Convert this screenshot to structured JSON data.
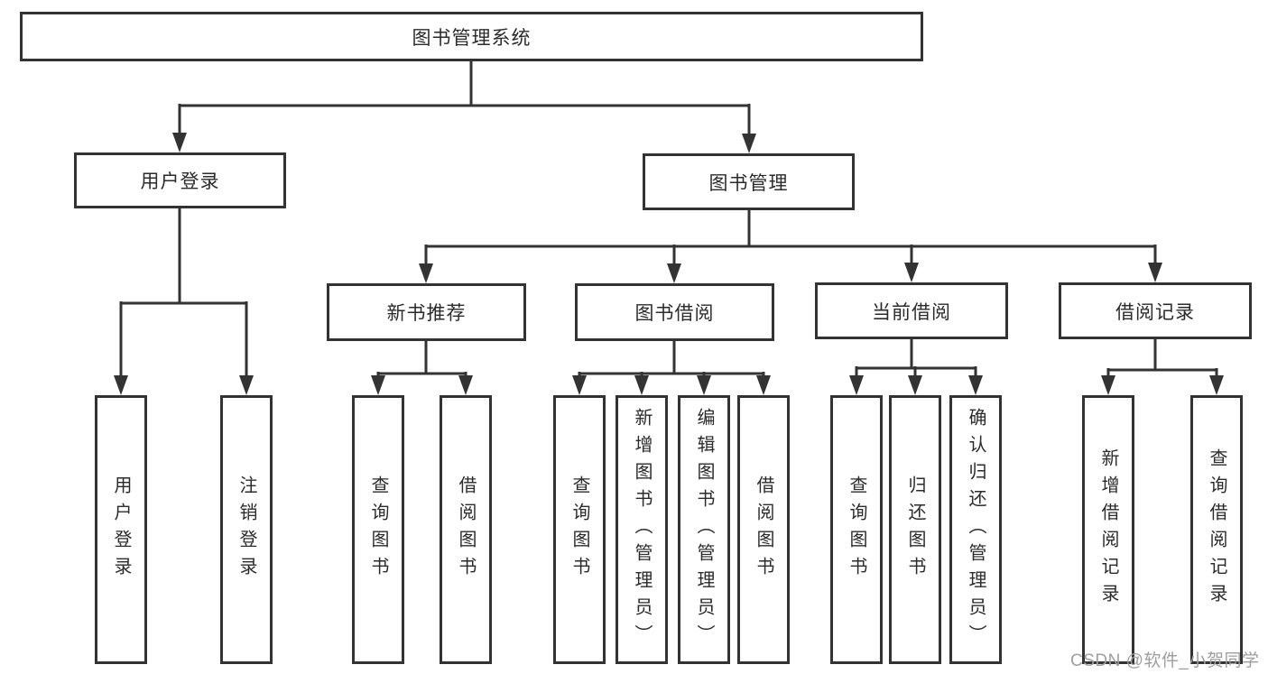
{
  "diagram": {
    "title": "图书管理系统",
    "type": "function-tree",
    "root": {
      "label": "图书管理系统"
    },
    "level2": [
      {
        "label": "用户登录"
      },
      {
        "label": "图书管理"
      }
    ],
    "level3": [
      {
        "label": "新书推荐",
        "parent": "图书管理"
      },
      {
        "label": "图书借阅",
        "parent": "图书管理"
      },
      {
        "label": "当前借阅",
        "parent": "图书管理"
      },
      {
        "label": "借阅记录",
        "parent": "图书管理"
      }
    ],
    "leaves": [
      {
        "label": "用户登录",
        "parent": "用户登录"
      },
      {
        "label": "注销登录",
        "parent": "用户登录"
      },
      {
        "label": "查询图书",
        "parent": "新书推荐"
      },
      {
        "label": "借阅图书",
        "parent": "新书推荐"
      },
      {
        "label": "查询图书",
        "parent": "图书借阅"
      },
      {
        "label": "新增图书（管理员）",
        "parent": "图书借阅"
      },
      {
        "label": "编辑图书（管理员）",
        "parent": "图书借阅"
      },
      {
        "label": "借阅图书",
        "parent": "图书借阅"
      },
      {
        "label": "查询图书",
        "parent": "当前借阅"
      },
      {
        "label": "归还图书",
        "parent": "当前借阅"
      },
      {
        "label": "确认归还（管理员）",
        "parent": "当前借阅"
      },
      {
        "label": "新增借阅记录",
        "parent": "借阅记录"
      },
      {
        "label": "查询借阅记录",
        "parent": "借阅记录"
      }
    ],
    "colors": {
      "line": "#333333",
      "box_border": "#333333",
      "box_fill": "#ffffff",
      "text": "#2b2b2b",
      "background": "#ffffff",
      "watermark": "#9e9e9e"
    }
  },
  "watermark": {
    "text": "CSDN @软件_小贺同学"
  }
}
